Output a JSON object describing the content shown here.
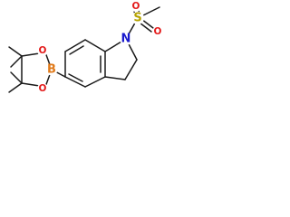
{
  "molecule": {
    "atoms": {
      "nitrogen": "N",
      "sulfur": "S",
      "oxygen_sulfonyl_1": "O",
      "oxygen_sulfonyl_2": "O",
      "boron": "B",
      "oxygen_ring_1": "O",
      "oxygen_ring_2": "O"
    },
    "colors": {
      "bond": "#1a1a1a",
      "nitrogen": "#1a1acc",
      "sulfur": "#b5a300",
      "oxygen": "#e31a1a",
      "boron": "#e07a1a"
    }
  }
}
